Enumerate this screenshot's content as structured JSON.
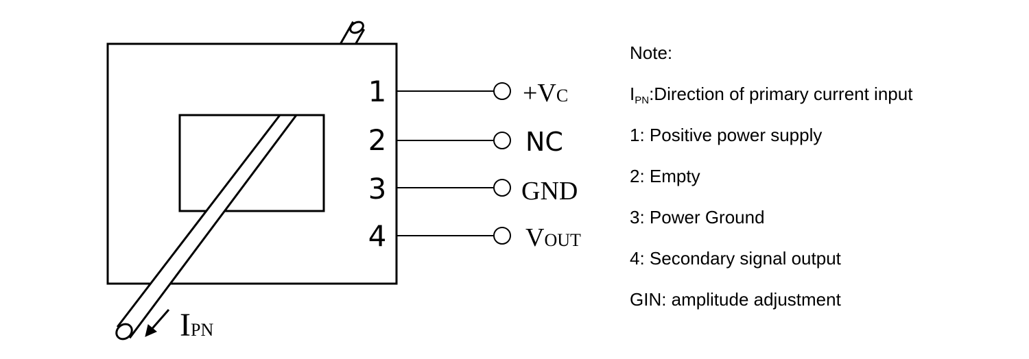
{
  "diagram": {
    "pins": [
      {
        "number": "1",
        "label_main": "+V",
        "label_sub": "C"
      },
      {
        "number": "2",
        "label_main": "NC",
        "label_sub": ""
      },
      {
        "number": "3",
        "label_main": "GND",
        "label_sub": ""
      },
      {
        "number": "4",
        "label_main": "V",
        "label_sub": "OUT"
      }
    ],
    "current_label_main": "I",
    "current_label_sub": "PN"
  },
  "notes": {
    "title": "Note:",
    "ipn_main": "I",
    "ipn_sub": "PN",
    "ipn_text": ":Direction of primary current input",
    "items": [
      "1: Positive power supply",
      "2: Empty",
      "3: Power Ground",
      "4: Secondary signal output",
      "GIN: amplitude adjustment"
    ]
  }
}
